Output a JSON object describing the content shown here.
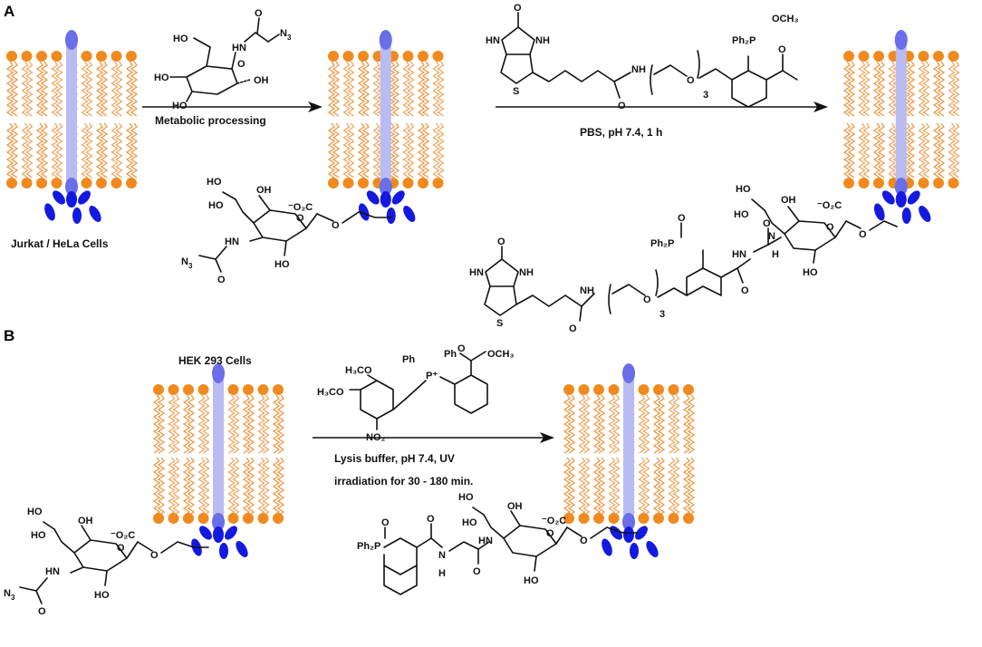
{
  "panels": {
    "a": "A",
    "b": "B"
  },
  "cells": {
    "jurkat_hela": "Jurkat / HeLa Cells",
    "hek293": "HEK 293 Cells"
  },
  "conditions": {
    "metabolic": "Metabolic processing",
    "pbs": "PBS, pH 7.4, 1 h",
    "lysis_line1": "Lysis buffer,  pH  7.4,  UV",
    "lysis_line2": "irradiation for 30 - 180 min."
  },
  "atoms": {
    "n3": "N",
    "n3_sub": "3",
    "ho": "HO",
    "oh": "OH",
    "o": "O",
    "hn": "HN",
    "nh": "NH",
    "n": "N",
    "h": "H",
    "s": "S",
    "o2c": "⁻O₂C",
    "ph2p": "Ph₂P",
    "ph": "Ph",
    "p_plus": "P⁺",
    "och3": "OCH₃",
    "h3co": "H₃CO",
    "no2": "NO₂",
    "repeat3": "3"
  },
  "colors": {
    "lipid_head": "#F08A1E",
    "lipid_tail": "#F0923A",
    "protein_bar": "#B9BCF2",
    "protein_tip": "#6A6EE8",
    "glycan": "#1419E0",
    "arrow": "#111111"
  },
  "icons": [
    "lipid-bilayer-icon",
    "membrane-protein-icon",
    "glycan-icon"
  ]
}
